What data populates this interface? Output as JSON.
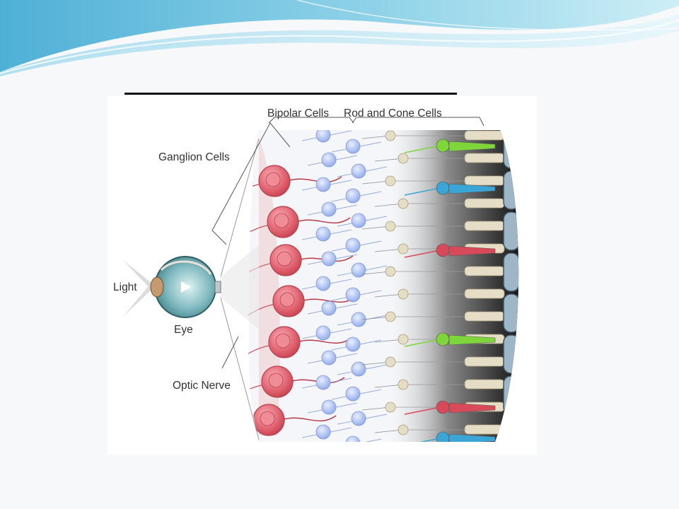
{
  "figure": {
    "labels": {
      "bipolar": "Bipolar Cells",
      "rod_cone": "Rod and Cone Cells",
      "ganglion": "Ganglion Cells",
      "light": "Light",
      "eye": "Eye",
      "optic_nerve": "Optic Nerve"
    }
  },
  "colors": {
    "slide_wave_dark": "#5fb8d8",
    "slide_wave_light": "#bfe6f2",
    "ganglion_cell": "#e0606e",
    "bipolar_cell": "#a9bff2",
    "rod_body": "#e6ddc6",
    "cone_green": "#7ed63a",
    "cone_blue": "#3aa6d8",
    "cone_red": "#d84a5a",
    "pigment_epithelium": "#9fb6c6"
  }
}
